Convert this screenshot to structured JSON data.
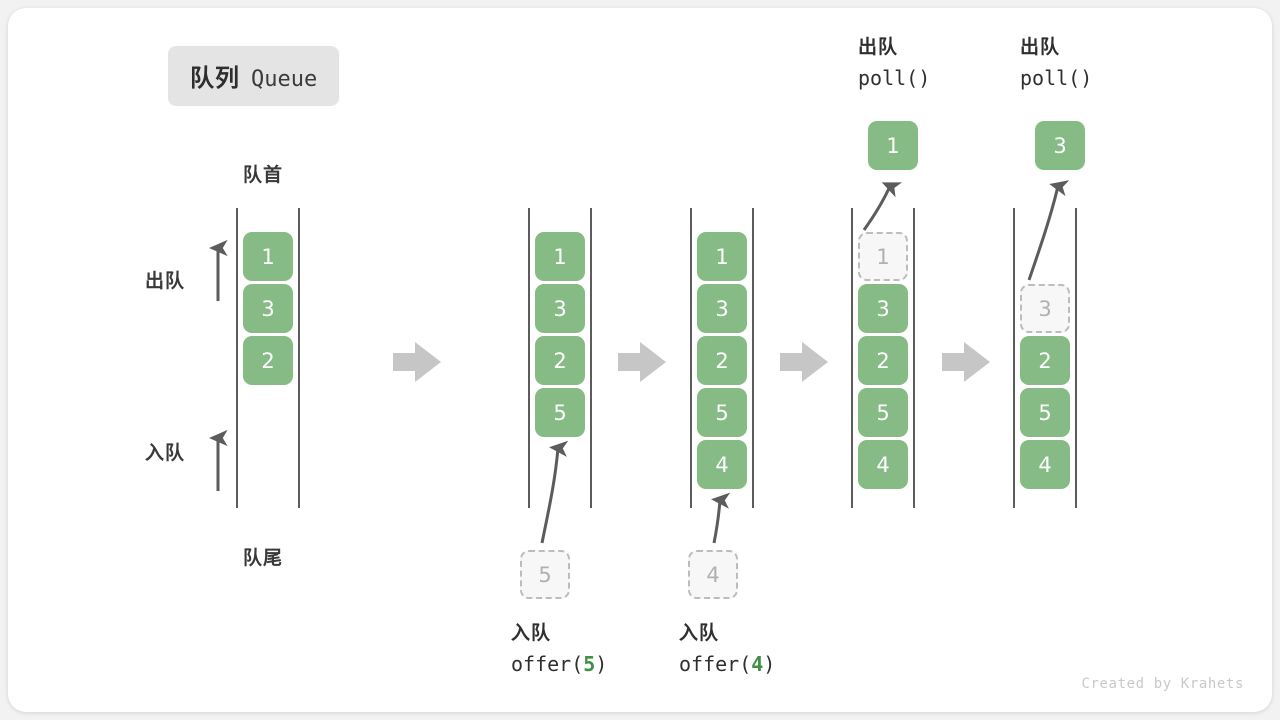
{
  "title": {
    "cn": "队列",
    "en": "Queue"
  },
  "labels": {
    "front": "队首",
    "rear": "队尾",
    "dequeue": "出队",
    "enqueue": "入队"
  },
  "watermark": "Created by Krahets",
  "colors": {
    "cell_fill": "#87bb86",
    "cell_text": "#ffffff",
    "ghost_fill": "#f7f7f7",
    "ghost_border": "#bcbcbc",
    "ghost_text": "#b0b0b0",
    "rail": "#5c5c5c",
    "arrow_gray": "#5c5c5c",
    "step_arrow": "#c6c6c6",
    "accent_green": "#3f8f46",
    "chip_bg": "#e4e4e4",
    "card_bg": "#ffffff",
    "page_bg": "#f2f2f2"
  },
  "columns": [
    {
      "id": "initial",
      "cells": [
        {
          "value": "1",
          "ghost": false
        },
        {
          "value": "3",
          "ghost": false
        },
        {
          "value": "2",
          "ghost": false
        }
      ],
      "side_labels": {
        "dequeue": "出队",
        "enqueue": "入队"
      },
      "head_label": "队首",
      "tail_label": "队尾"
    },
    {
      "id": "after-offer-5",
      "cells": [
        {
          "value": "1",
          "ghost": false
        },
        {
          "value": "3",
          "ghost": false
        },
        {
          "value": "2",
          "ghost": false
        },
        {
          "value": "5",
          "ghost": false
        }
      ],
      "incoming": {
        "value": "5",
        "ghost": true
      },
      "caption": {
        "line1": "入队",
        "op": "offer(",
        "arg": "5",
        "close": ")"
      }
    },
    {
      "id": "after-offer-4",
      "cells": [
        {
          "value": "1",
          "ghost": false
        },
        {
          "value": "3",
          "ghost": false
        },
        {
          "value": "2",
          "ghost": false
        },
        {
          "value": "5",
          "ghost": false
        },
        {
          "value": "4",
          "ghost": false
        }
      ],
      "incoming": {
        "value": "4",
        "ghost": true
      },
      "caption": {
        "line1": "入队",
        "op": "offer(",
        "arg": "4",
        "close": ")"
      }
    },
    {
      "id": "poll-1",
      "cells": [
        {
          "value": "1",
          "ghost": true
        },
        {
          "value": "3",
          "ghost": false
        },
        {
          "value": "2",
          "ghost": false
        },
        {
          "value": "5",
          "ghost": false
        },
        {
          "value": "4",
          "ghost": false
        }
      ],
      "outgoing": {
        "value": "1",
        "ghost": false
      },
      "caption": {
        "line1": "出队",
        "line2": "poll()"
      }
    },
    {
      "id": "poll-3",
      "cells": [
        {
          "value": "",
          "ghost": false,
          "empty": true
        },
        {
          "value": "3",
          "ghost": true
        },
        {
          "value": "2",
          "ghost": false
        },
        {
          "value": "5",
          "ghost": false
        },
        {
          "value": "4",
          "ghost": false
        }
      ],
      "outgoing": {
        "value": "3",
        "ghost": false
      },
      "caption": {
        "line1": "出队",
        "line2": "poll()"
      }
    }
  ],
  "step_arrows_count": 4
}
